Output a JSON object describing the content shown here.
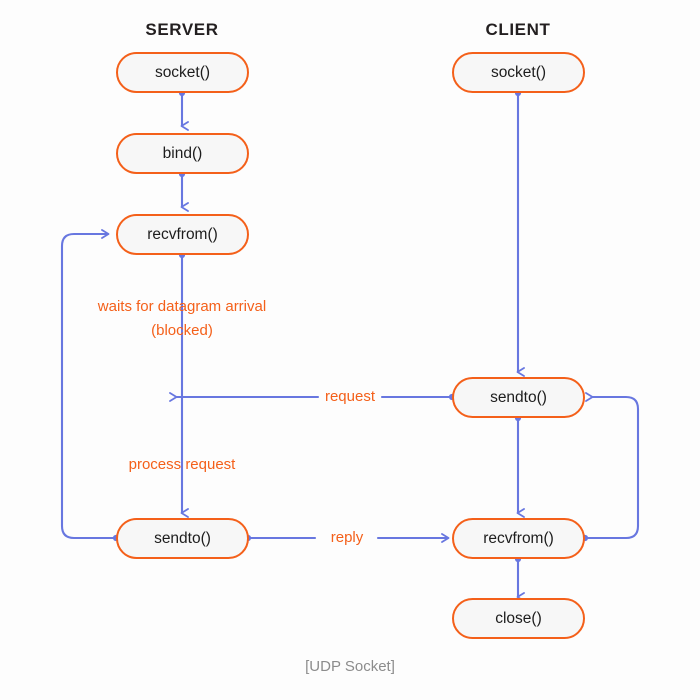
{
  "caption": "[UDP Socket]",
  "colors": {
    "node_border": "#f4601a",
    "node_fill": "#f7f7f7",
    "arrow": "#6877e0",
    "label_text": "#f4601a",
    "title_text": "#231f20",
    "caption_text": "#8c8c8c",
    "background": "#fdfdfd"
  },
  "columns": [
    {
      "id": "server",
      "title": "SERVER"
    },
    {
      "id": "client",
      "title": "CLIENT"
    }
  ],
  "nodes": {
    "server_socket": {
      "label": "socket()",
      "column": "server"
    },
    "server_bind": {
      "label": "bind()",
      "column": "server"
    },
    "server_recvfrom": {
      "label": "recvfrom()",
      "column": "server"
    },
    "server_sendto": {
      "label": "sendto()",
      "column": "server"
    },
    "client_socket": {
      "label": "socket()",
      "column": "client"
    },
    "client_sendto": {
      "label": "sendto()",
      "column": "client"
    },
    "client_recvfrom": {
      "label": "recvfrom()",
      "column": "client"
    },
    "client_close": {
      "label": "close()",
      "column": "client"
    }
  },
  "edge_labels": {
    "request": "request",
    "reply": "reply"
  },
  "notes": {
    "blocked_line1": "waits for datagram arrival",
    "blocked_line2": "(blocked)",
    "process_request": "process request"
  }
}
